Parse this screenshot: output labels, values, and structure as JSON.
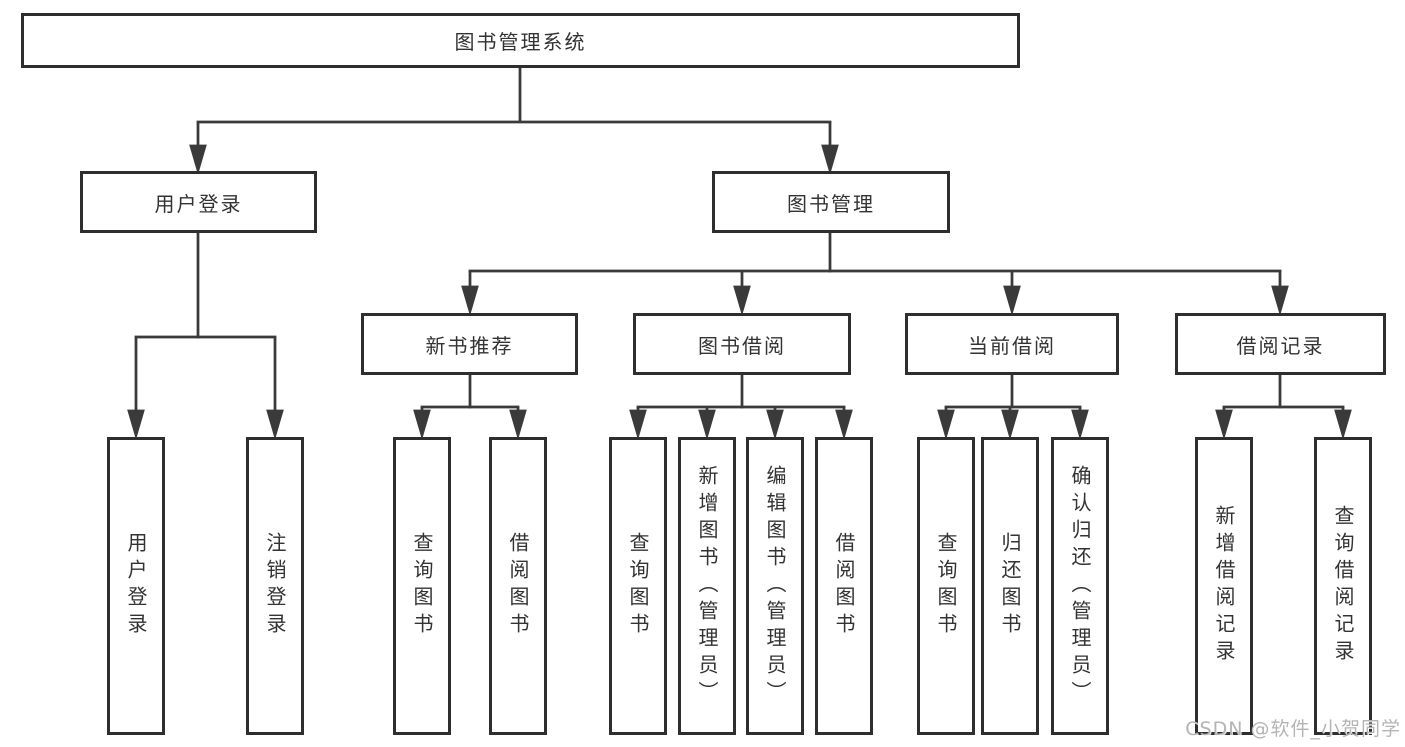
{
  "diagram": {
    "root": {
      "label": "图书管理系统"
    },
    "level2": [
      {
        "label": "用户登录"
      },
      {
        "label": "图书管理"
      }
    ],
    "level3": [
      {
        "label": "新书推荐"
      },
      {
        "label": "图书借阅"
      },
      {
        "label": "当前借阅"
      },
      {
        "label": "借阅记录"
      }
    ],
    "leaves": {
      "user_login": [
        "用户登录",
        "注销登录"
      ],
      "new_book_recommend": [
        "查询图书",
        "借阅图书"
      ],
      "book_borrow": [
        "查询图书",
        "新增图书（管理员）",
        "编辑图书（管理员）",
        "借阅图书"
      ],
      "current_borrow": [
        "查询图书",
        "归还图书",
        "确认归还（管理员）"
      ],
      "borrow_records": [
        "新增借阅记录",
        "查询借阅记录"
      ]
    }
  },
  "watermark": {
    "text": "CSDN @软件_小贺同学"
  },
  "colors": {
    "background": "#ffffff",
    "line": "#3a3a3a",
    "box_border": "#2e2e2e",
    "text": "#333333",
    "watermark": "#b4b4b4"
  }
}
